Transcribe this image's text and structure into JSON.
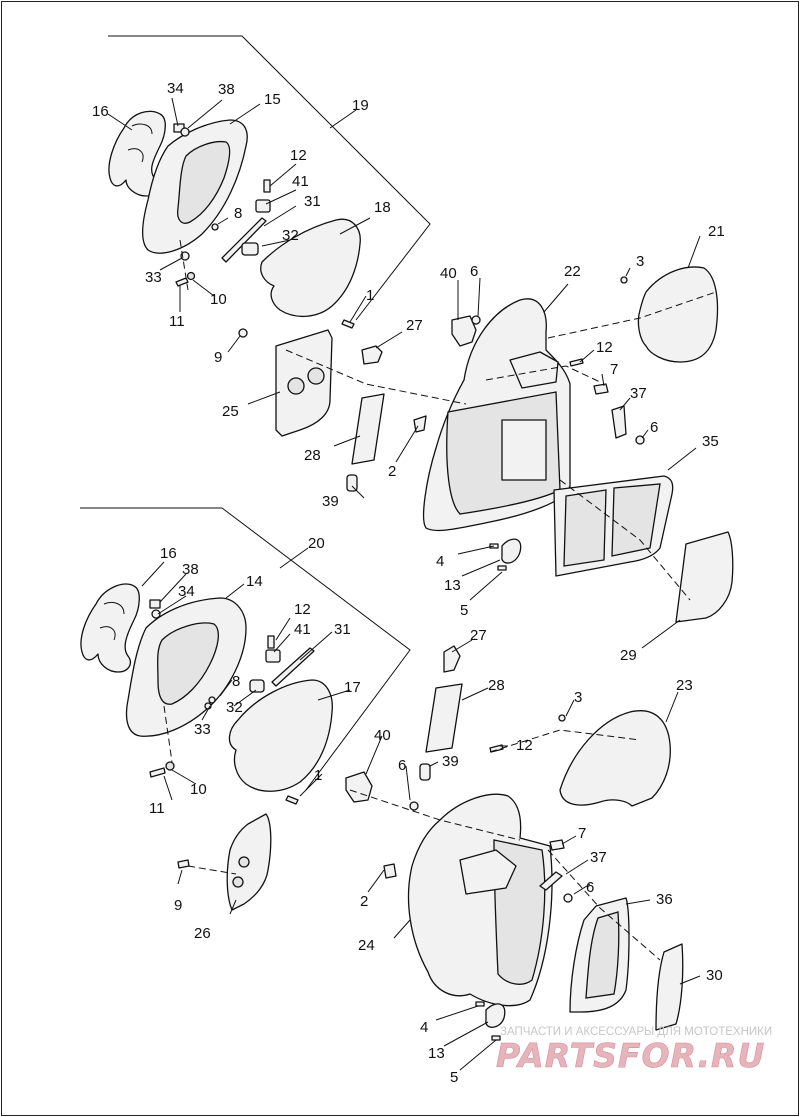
{
  "diagram": {
    "callouts_upper": [
      {
        "id": "u16",
        "label": "16"
      },
      {
        "id": "u34",
        "label": "34"
      },
      {
        "id": "u38",
        "label": "38"
      },
      {
        "id": "u15",
        "label": "15"
      },
      {
        "id": "u19",
        "label": "19"
      },
      {
        "id": "u12a",
        "label": "12"
      },
      {
        "id": "u41",
        "label": "41"
      },
      {
        "id": "u31",
        "label": "31"
      },
      {
        "id": "u18",
        "label": "18"
      },
      {
        "id": "u8",
        "label": "8"
      },
      {
        "id": "u32",
        "label": "32"
      },
      {
        "id": "u33",
        "label": "33"
      },
      {
        "id": "u10",
        "label": "10"
      },
      {
        "id": "u11",
        "label": "11"
      },
      {
        "id": "u1",
        "label": "1"
      },
      {
        "id": "u9",
        "label": "9"
      },
      {
        "id": "u25",
        "label": "25"
      },
      {
        "id": "u27",
        "label": "27"
      },
      {
        "id": "u40",
        "label": "40"
      },
      {
        "id": "u6a",
        "label": "6"
      },
      {
        "id": "u22",
        "label": "22"
      },
      {
        "id": "u3",
        "label": "3"
      },
      {
        "id": "u21",
        "label": "21"
      },
      {
        "id": "u12b",
        "label": "12"
      },
      {
        "id": "u7",
        "label": "7"
      },
      {
        "id": "u37",
        "label": "37"
      },
      {
        "id": "u6b",
        "label": "6"
      },
      {
        "id": "u35",
        "label": "35"
      },
      {
        "id": "u28",
        "label": "28"
      },
      {
        "id": "u2",
        "label": "2"
      },
      {
        "id": "u39",
        "label": "39"
      },
      {
        "id": "u4",
        "label": "4"
      },
      {
        "id": "u13",
        "label": "13"
      },
      {
        "id": "u5",
        "label": "5"
      },
      {
        "id": "u29",
        "label": "29"
      }
    ],
    "callouts_lower": [
      {
        "id": "l16",
        "label": "16"
      },
      {
        "id": "l38",
        "label": "38"
      },
      {
        "id": "l34",
        "label": "34"
      },
      {
        "id": "l14",
        "label": "14"
      },
      {
        "id": "l20",
        "label": "20"
      },
      {
        "id": "l12a",
        "label": "12"
      },
      {
        "id": "l41",
        "label": "41"
      },
      {
        "id": "l31",
        "label": "31"
      },
      {
        "id": "l8",
        "label": "8"
      },
      {
        "id": "l17",
        "label": "17"
      },
      {
        "id": "l32",
        "label": "32"
      },
      {
        "id": "l33",
        "label": "33"
      },
      {
        "id": "l1",
        "label": "1"
      },
      {
        "id": "l11",
        "label": "11"
      },
      {
        "id": "l10",
        "label": "10"
      },
      {
        "id": "l27",
        "label": "27"
      },
      {
        "id": "l28",
        "label": "28"
      },
      {
        "id": "l3",
        "label": "3"
      },
      {
        "id": "l23",
        "label": "23"
      },
      {
        "id": "l40",
        "label": "40"
      },
      {
        "id": "l12b",
        "label": "12"
      },
      {
        "id": "l6a",
        "label": "6"
      },
      {
        "id": "l39",
        "label": "39"
      },
      {
        "id": "l7",
        "label": "7"
      },
      {
        "id": "l37",
        "label": "37"
      },
      {
        "id": "l6b",
        "label": "6"
      },
      {
        "id": "l9",
        "label": "9"
      },
      {
        "id": "l2",
        "label": "2"
      },
      {
        "id": "l36",
        "label": "36"
      },
      {
        "id": "l26",
        "label": "26"
      },
      {
        "id": "l24",
        "label": "24"
      },
      {
        "id": "l30",
        "label": "30"
      },
      {
        "id": "l4",
        "label": "4"
      },
      {
        "id": "l13",
        "label": "13"
      },
      {
        "id": "l5",
        "label": "5"
      }
    ]
  },
  "watermark": {
    "caption": "ЗАПЧАСТИ И АКСЕССУАРЫ ДЛЯ МОТОТЕХНИКИ",
    "logo": "PARTSFOR.RU"
  },
  "colors": {
    "line": "#111111",
    "part_fill": "#f2f2f2",
    "watermark_logo": "#e6b4bb",
    "watermark_caption": "#c7c7c7"
  }
}
